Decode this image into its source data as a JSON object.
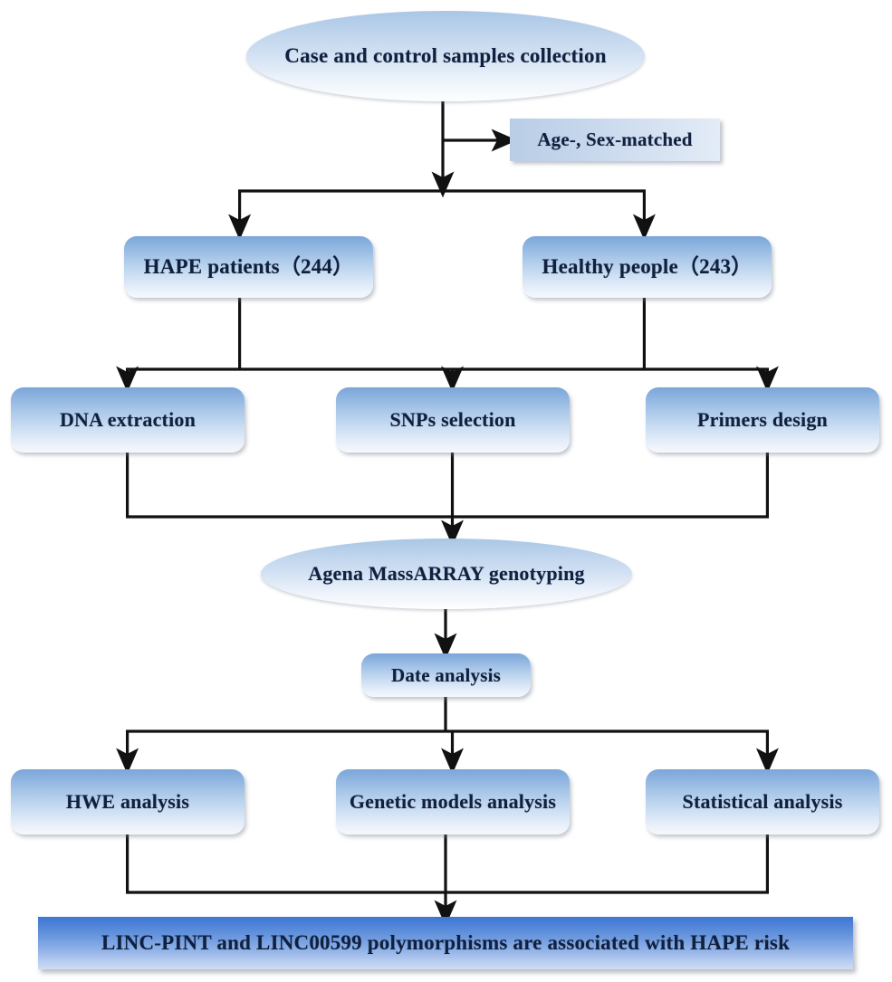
{
  "diagram": {
    "title": "Study workflow flowchart",
    "colors": {
      "node_fill_top": "#7ba6d9",
      "node_fill_bottom": "#f6f9fd",
      "ellipse_fill_top": "#a9c6e6",
      "annotation_fill": "#b9cde6",
      "banner_fill_top": "#3f76d4",
      "banner_fill_bottom": "#cfdcf3",
      "connector_stroke": "#111111",
      "text_color": "#10203f",
      "background": "#ffffff"
    },
    "nodes": [
      {
        "id": "top-ellipse",
        "shape": "ellipse",
        "label": "Case and control samples collection"
      },
      {
        "id": "age-sex",
        "shape": "rectangle",
        "label": "Age-, Sex-matched"
      },
      {
        "id": "hape",
        "shape": "rounded-rectangle",
        "label": "HAPE patients（244）"
      },
      {
        "id": "healthy",
        "shape": "rounded-rectangle",
        "label": "Healthy people（243）"
      },
      {
        "id": "dna",
        "shape": "rounded-rectangle",
        "label": "DNA extraction"
      },
      {
        "id": "snps",
        "shape": "rounded-rectangle",
        "label": "SNPs selection"
      },
      {
        "id": "primers",
        "shape": "rounded-rectangle",
        "label": "Primers design"
      },
      {
        "id": "agena",
        "shape": "ellipse",
        "label": "Agena MassARRAY genotyping"
      },
      {
        "id": "date",
        "shape": "rounded-rectangle",
        "label": "Date analysis"
      },
      {
        "id": "hwe",
        "shape": "rounded-rectangle",
        "label": "HWE analysis"
      },
      {
        "id": "genetic",
        "shape": "rounded-rectangle",
        "label": "Genetic models analysis"
      },
      {
        "id": "statistical",
        "shape": "rounded-rectangle",
        "label": "Statistical analysis"
      },
      {
        "id": "conclusion",
        "shape": "rectangle-banner",
        "label": "LINC-PINT and LINC00599 polymorphisms are associated with HAPE risk"
      }
    ],
    "edges": [
      {
        "from": "top-ellipse",
        "to": "age-sex",
        "style": "elbow-right-arrow"
      },
      {
        "from": "top-ellipse",
        "to": "split-bus-1",
        "style": "straight-arrow"
      },
      {
        "from": "split-bus-1",
        "to": "hape",
        "style": "bus-down-arrow"
      },
      {
        "from": "split-bus-1",
        "to": "healthy",
        "style": "bus-down-arrow"
      },
      {
        "from": "hape",
        "to": "split-bus-2",
        "style": "straight"
      },
      {
        "from": "healthy",
        "to": "split-bus-2",
        "style": "straight"
      },
      {
        "from": "split-bus-2",
        "to": "dna",
        "style": "bus-down-arrow"
      },
      {
        "from": "split-bus-2",
        "to": "snps",
        "style": "bus-down-arrow"
      },
      {
        "from": "split-bus-2",
        "to": "primers",
        "style": "bus-down-arrow"
      },
      {
        "from": "dna",
        "to": "merge-bus-1",
        "style": "straight"
      },
      {
        "from": "snps",
        "to": "agena",
        "style": "straight-arrow"
      },
      {
        "from": "primers",
        "to": "merge-bus-1",
        "style": "straight"
      },
      {
        "from": "agena",
        "to": "date",
        "style": "straight-arrow"
      },
      {
        "from": "date",
        "to": "split-bus-3",
        "style": "straight"
      },
      {
        "from": "split-bus-3",
        "to": "hwe",
        "style": "bus-down-arrow"
      },
      {
        "from": "split-bus-3",
        "to": "genetic",
        "style": "bus-down-arrow"
      },
      {
        "from": "split-bus-3",
        "to": "statistical",
        "style": "bus-down-arrow"
      },
      {
        "from": "hwe",
        "to": "merge-bus-2",
        "style": "straight"
      },
      {
        "from": "genetic",
        "to": "conclusion",
        "style": "straight-arrow"
      },
      {
        "from": "statistical",
        "to": "merge-bus-2",
        "style": "straight"
      }
    ]
  }
}
